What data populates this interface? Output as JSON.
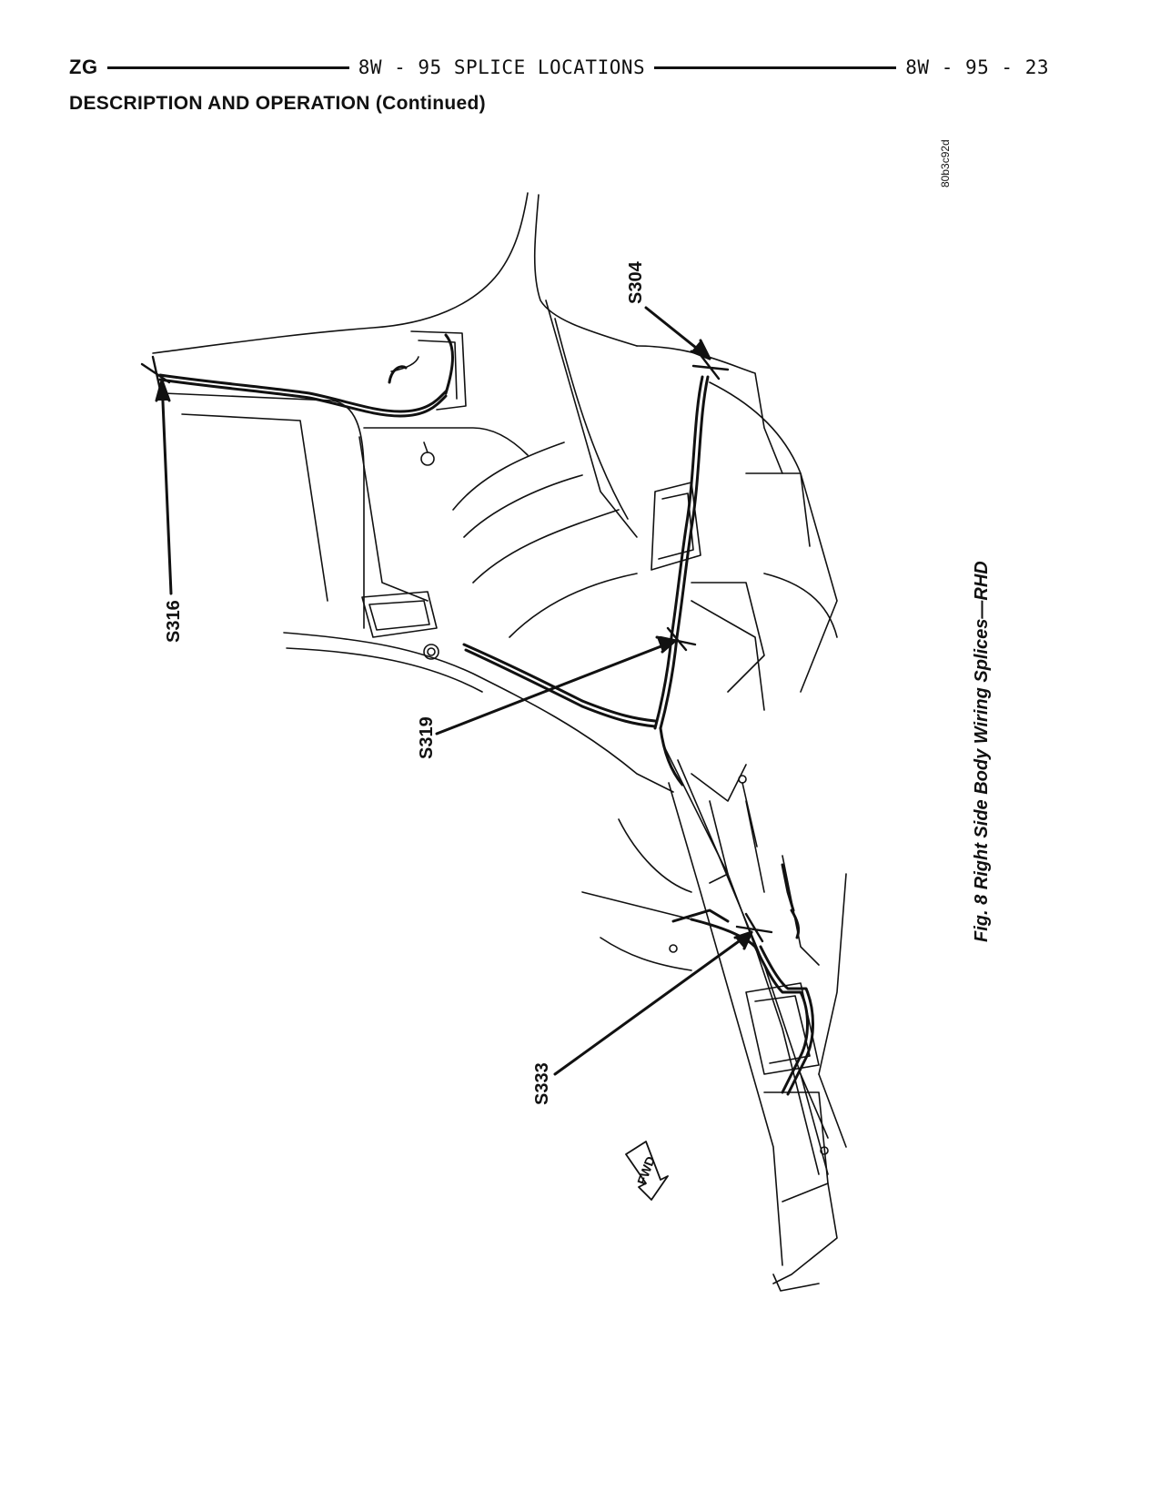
{
  "header": {
    "left": "ZG",
    "center": "8W - 95 SPLICE LOCATIONS",
    "right": "8W - 95 - 23"
  },
  "section_title": "DESCRIPTION AND OPERATION (Continued)",
  "figure": {
    "image_code": "80b3c92d",
    "caption": "Fig. 8 Right Side Body Wiring Splices—RHD",
    "callouts": {
      "s304": "S304",
      "s316": "S316",
      "s319": "S319",
      "s333": "S333"
    },
    "direction_label": "FWD"
  }
}
